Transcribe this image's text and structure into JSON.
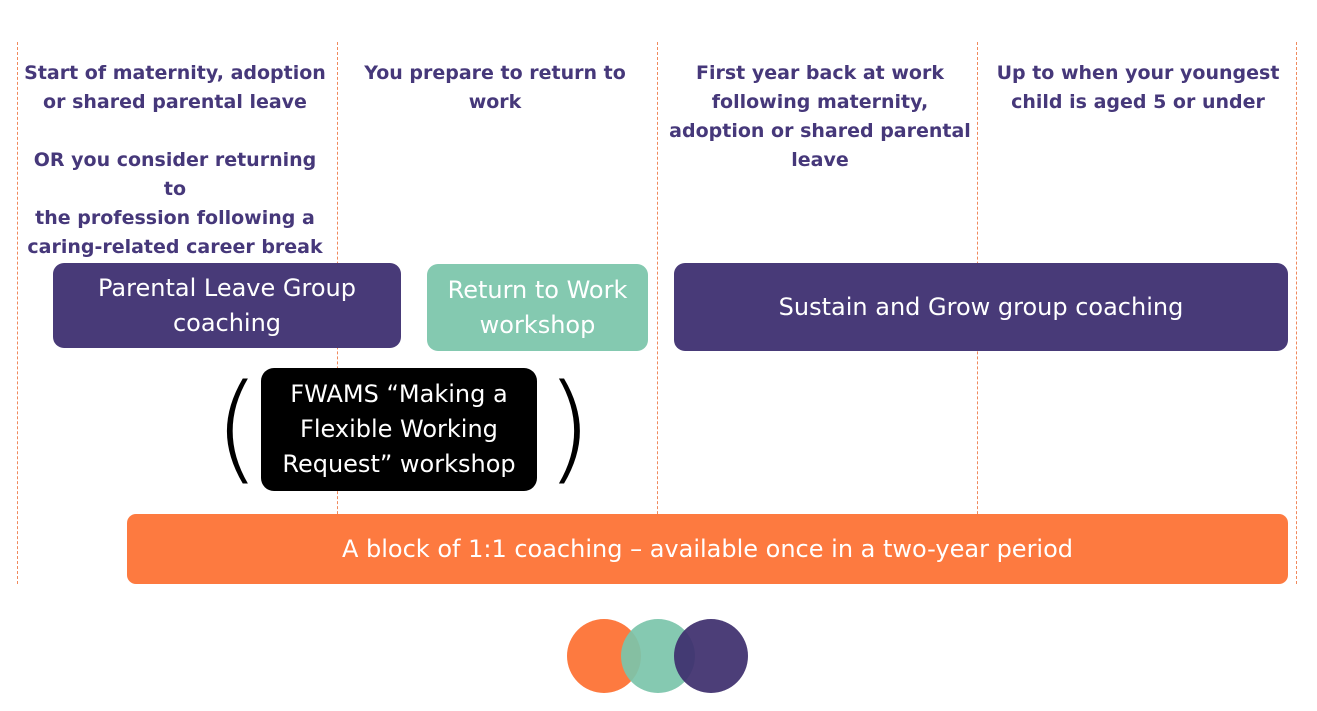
{
  "columns": [
    {
      "heading": "Start of maternity, adoption\nor shared parental leave",
      "alt_heading": "OR you consider returning to\nthe profession following a\ncaring-related career break"
    },
    {
      "heading": "You prepare to return to\nwork"
    },
    {
      "heading": "First year back at work\nfollowing maternity,\nadoption or shared parental\nleave"
    },
    {
      "heading": "Up to when your youngest\nchild is aged 5 or under"
    }
  ],
  "boxes": {
    "parental_leave": "Parental Leave Group\ncoaching",
    "return_to_work": "Return to Work\nworkshop",
    "sustain_grow": "Sustain and Grow group coaching",
    "fwams": "FWAMS “Making a\nFlexible Working\nRequest” workshop",
    "one_to_one": "A block of 1:1 coaching – available once in a two-year period"
  },
  "colors": {
    "purple": "#483a78",
    "teal": "#84c9b0",
    "black": "#000000",
    "orange": "#fd7a40",
    "heading_text": "#46387a",
    "divider": "#f08a5d"
  },
  "logo": {
    "circles": [
      "orange",
      "teal",
      "purple"
    ]
  }
}
